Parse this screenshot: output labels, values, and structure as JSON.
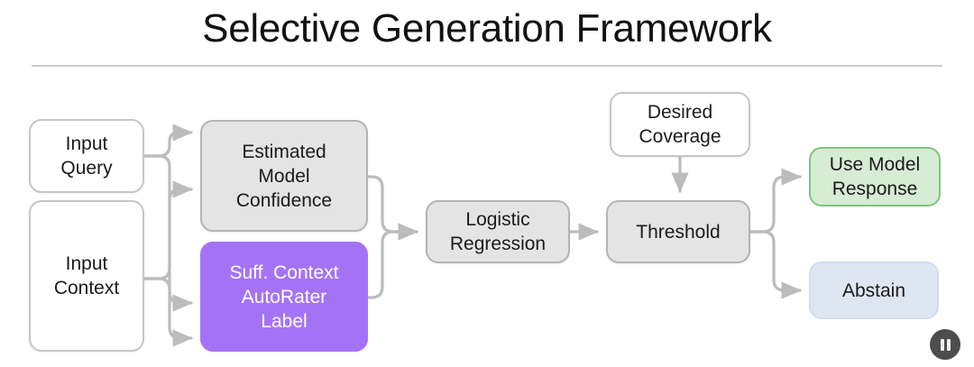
{
  "slide": {
    "title": "Selective Generation Framework"
  },
  "diagram": {
    "type": "flowchart",
    "nodes": [
      {
        "id": "input-query",
        "label": "Input Query",
        "style": "white"
      },
      {
        "id": "input-context",
        "label": "Input Context",
        "style": "white"
      },
      {
        "id": "confidence",
        "label": "Estimated Model Confidence",
        "style": "gray"
      },
      {
        "id": "autorater",
        "label": "Suff. Context AutoRater Label",
        "style": "purple"
      },
      {
        "id": "logistic",
        "label": "Logistic Regression",
        "style": "gray"
      },
      {
        "id": "desired-cov",
        "label": "Desired Coverage",
        "style": "white"
      },
      {
        "id": "threshold",
        "label": "Threshold",
        "style": "gray"
      },
      {
        "id": "use-response",
        "label": "Use Model Response",
        "style": "green"
      },
      {
        "id": "abstain",
        "label": "Abstain",
        "style": "blue"
      }
    ],
    "edges": [
      {
        "from": "input-query",
        "to": "confidence"
      },
      {
        "from": "input-query",
        "to": "autorater"
      },
      {
        "from": "input-context",
        "to": "confidence"
      },
      {
        "from": "input-context",
        "to": "autorater"
      },
      {
        "from": "confidence",
        "to": "logistic"
      },
      {
        "from": "autorater",
        "to": "logistic"
      },
      {
        "from": "logistic",
        "to": "threshold"
      },
      {
        "from": "desired-cov",
        "to": "threshold"
      },
      {
        "from": "threshold",
        "to": "use-response"
      },
      {
        "from": "threshold",
        "to": "abstain"
      }
    ]
  },
  "labels": {
    "input_query_line1": "Input",
    "input_query_line2": "Query",
    "input_context_line1": "Input",
    "input_context_line2": "Context",
    "confidence_line1": "Estimated",
    "confidence_line2": "Model",
    "confidence_line3": "Confidence",
    "autorater_line1": "Suff. Context",
    "autorater_line2": "AutoRater",
    "autorater_line3": "Label",
    "logistic_line1": "Logistic",
    "logistic_line2": "Regression",
    "desired_coverage_line1": "Desired",
    "desired_coverage_line2": "Coverage",
    "threshold": "Threshold",
    "use_response_line1": "Use Model",
    "use_response_line2": "Response",
    "abstain": "Abstain"
  },
  "colors": {
    "purple": "#a473f5",
    "green_fill": "#d7ecd4",
    "green_border": "#7dc67d",
    "blue_fill": "#dee6f2",
    "gray_fill": "#e4e4e4",
    "gray_border": "#b4b4b4",
    "connector": "#bcbcbc",
    "divider": "#cccccc",
    "title": "#121212"
  },
  "player": {
    "control": "pause",
    "control_label": "Pause"
  }
}
